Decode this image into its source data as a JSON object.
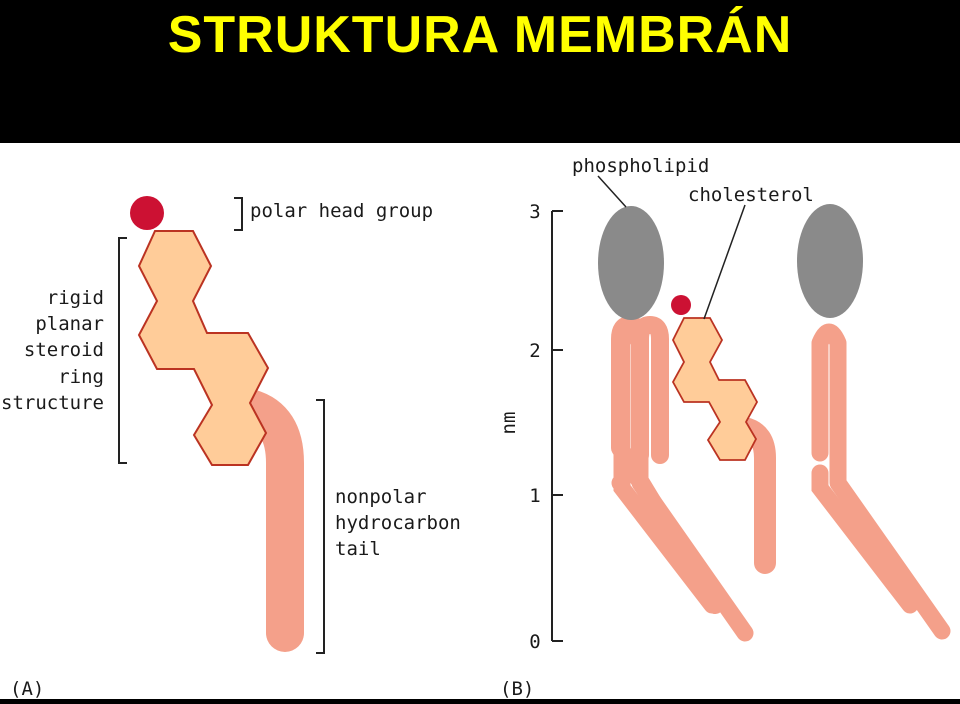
{
  "title": "STRUKTURA MEMBRÁN",
  "panel_a": {
    "label": "(A)",
    "polar_head": "polar head group",
    "ring_lines": [
      "rigid",
      "planar",
      "steroid",
      "ring",
      "structure"
    ],
    "tail_lines": [
      "nonpolar",
      "hydrocarbon",
      "tail"
    ]
  },
  "panel_b": {
    "label": "(B)",
    "phospholipid": "phospholipid",
    "cholesterol": "cholesterol",
    "axis_unit": "nm",
    "ticks": [
      "0",
      "1",
      "2",
      "3"
    ]
  },
  "colors": {
    "title": "#ffff00",
    "head": "#cc1133",
    "ring_fill": "#ffcc99",
    "ring_stroke": "#bb3322",
    "tail": "#f4a08a",
    "phospho_head": "#8a8a8a"
  }
}
